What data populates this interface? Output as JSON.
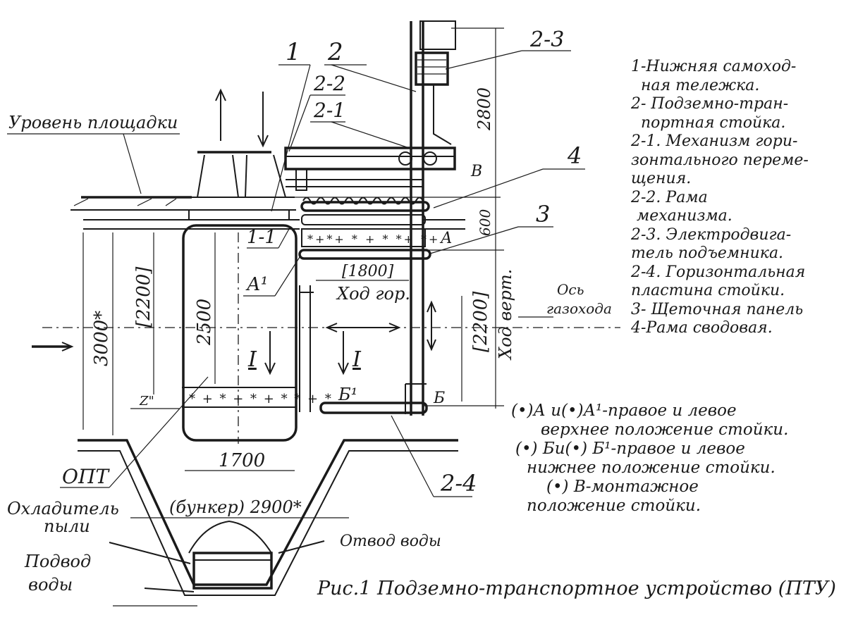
{
  "colors": {
    "ink": "#1a1a1a",
    "paper": "#ffffff"
  },
  "labels": {
    "level": "Уровень площадки",
    "n1": "1",
    "n2": "2",
    "n22": "2-2",
    "n21": "2-1",
    "n23": "2-3",
    "n4": "4",
    "n3": "3",
    "n11": "1-1",
    "n24": "2-4",
    "B_mount": "В",
    "A": "А",
    "A1": "А¹",
    "B": "Б",
    "B1": "Б¹",
    "I_left": "I",
    "I_right": "I",
    "opt": "ОПТ",
    "cooler1": "Охладитель",
    "cooler2": "пыли",
    "water_in1": "Подвод",
    "water_in2": "воды",
    "water_out": "Отвод воды",
    "axis1": "Ось",
    "axis2": "газохода",
    "dimZ": "Z\""
  },
  "dimensions": {
    "d3000": "3000*",
    "d2200_left": "[2200]",
    "d2500": "2500",
    "d1700": "1700",
    "d2900": "(бункер) 2900*",
    "d1800": "[1800]",
    "hod_gor": "Ход гор.",
    "d2200_right": "[2200]",
    "hod_vert": "Ход верт.",
    "d2800": "2800",
    "d600": "600"
  },
  "legend": [
    "1-Нижняя самоход-",
    "ная тележка.",
    "2- Подземно-тран-",
    "портная стойка.",
    "2-1. Механизм гори-",
    "зонтального переме-",
    "щения.",
    "2-2. Рама",
    "механизма.",
    "2-3. Электродвига-",
    "тель подъемника.",
    "2-4. Горизонтальная",
    "пластина стойки.",
    "3- Щеточная панель",
    "4-Рама сводовая."
  ],
  "positions_note": [
    "(•)А и(•)А¹-правое и левое",
    "верхнее положение стойки.",
    "(•) Би(•) Б¹-правое и левое",
    "нижнее положение стойки.",
    "(•) В-монтажное",
    "положение стойки."
  ],
  "caption": "Рис.1 Подземно-транспортное устройство (ПТУ)"
}
